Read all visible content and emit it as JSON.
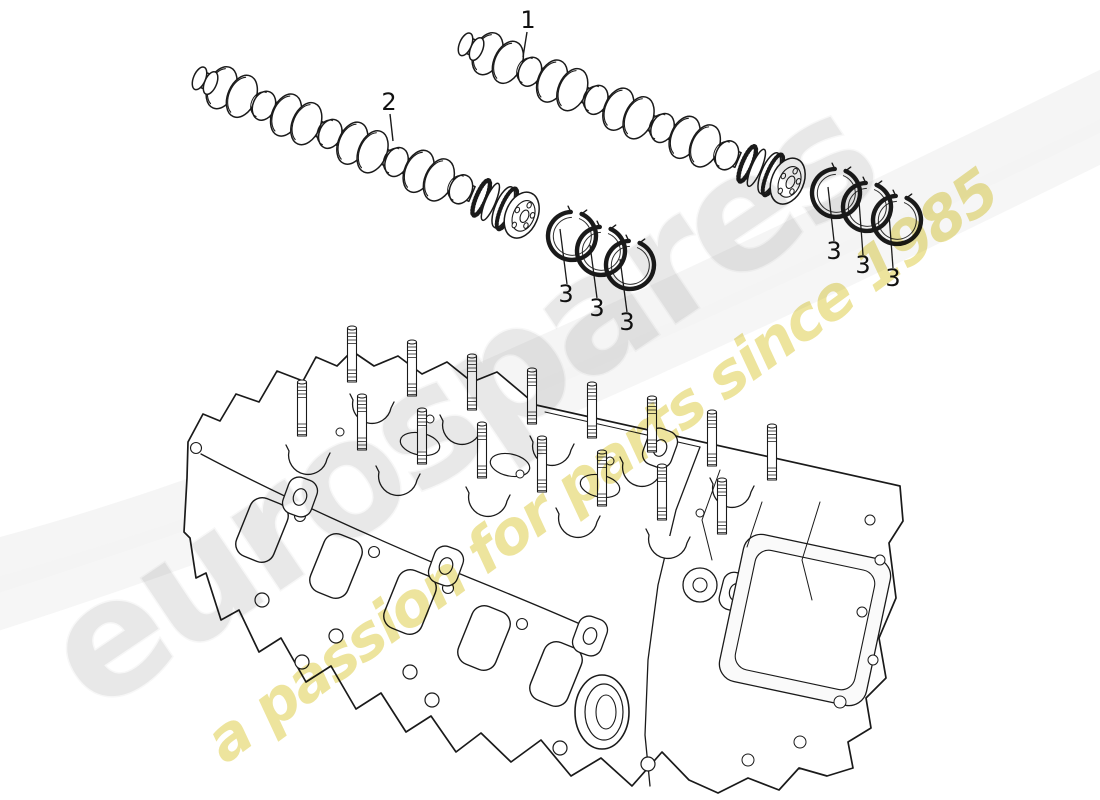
{
  "diagram": {
    "callouts": {
      "label_1": "1",
      "label_2": "2",
      "label_3": "3"
    }
  },
  "watermark": {
    "brand": "eurospares",
    "tagline": "a passion for parts since 1985",
    "brand_color": "#e8e8e8",
    "tagline_color": "#eadf8c"
  },
  "drawing": {
    "line_color": "#1a1a1a",
    "background": "#ffffff",
    "swoosh_color": "#ececec"
  }
}
